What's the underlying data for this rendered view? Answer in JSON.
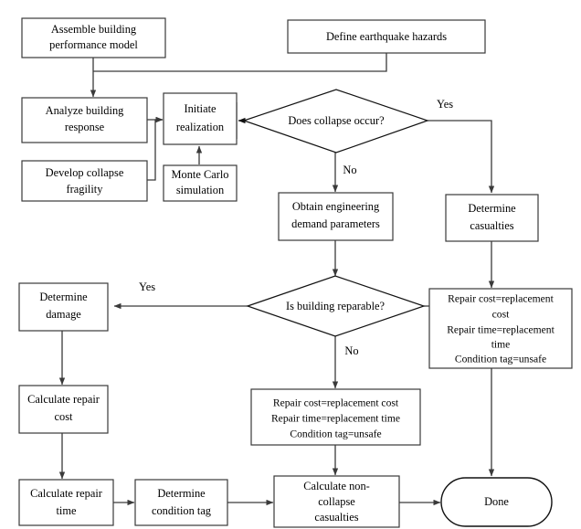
{
  "figure": {
    "type": "flowchart",
    "title": "",
    "background_color": "#ffffff",
    "line_color": "#3a3a3a",
    "text_color": "#000000"
  },
  "nodes": {
    "assemble_model": {
      "shape": "rect",
      "lines": [
        "Assemble building",
        "performance model"
      ]
    },
    "define_hazards": {
      "shape": "rect",
      "lines": [
        "Define earthquake hazards"
      ]
    },
    "analyze_response": {
      "shape": "rect",
      "lines": [
        "Analyze building",
        "response"
      ]
    },
    "initiate": {
      "shape": "rect",
      "lines": [
        "Initiate",
        "realization"
      ]
    },
    "collapse_q": {
      "shape": "diamond",
      "lines": [
        "Does collapse occur?"
      ]
    },
    "develop_fragility": {
      "shape": "rect",
      "lines": [
        "Develop collapse",
        "fragility"
      ]
    },
    "monte_carlo": {
      "shape": "rect",
      "lines": [
        "Monte Carlo",
        "simulation"
      ]
    },
    "obtain_edp": {
      "shape": "rect",
      "lines": [
        "Obtain engineering",
        "demand parameters"
      ]
    },
    "determine_cas": {
      "shape": "rect",
      "lines": [
        "Determine",
        "casualties"
      ]
    },
    "reparable_q": {
      "shape": "diamond",
      "lines": [
        "Is building reparable?"
      ]
    },
    "determine_damage": {
      "shape": "rect",
      "lines": [
        "Determine",
        "damage"
      ]
    },
    "repair_right": {
      "shape": "rect",
      "lines": [
        "Repair cost=replacement",
        "cost",
        "Repair time=replacement",
        "time",
        "Condition tag=unsafe"
      ]
    },
    "calc_repair_cost": {
      "shape": "rect",
      "lines": [
        "Calculate repair",
        "cost"
      ]
    },
    "repair_mid": {
      "shape": "rect",
      "lines": [
        "Repair cost=replacement cost",
        "Repair time=replacement time",
        "Condition tag=unsafe"
      ]
    },
    "calc_repair_time": {
      "shape": "rect",
      "lines": [
        "Calculate repair",
        "time"
      ]
    },
    "determine_tag": {
      "shape": "rect",
      "lines": [
        "Determine",
        "condition tag"
      ]
    },
    "calc_noncollapse": {
      "shape": "rect",
      "lines": [
        "Calculate non-",
        "collapse",
        "casualties"
      ]
    },
    "done": {
      "shape": "stadium",
      "lines": [
        "Done"
      ]
    }
  },
  "edge_labels": {
    "collapse_yes": "Yes",
    "collapse_no": "No",
    "reparable_yes": "Yes",
    "reparable_no": "No"
  }
}
